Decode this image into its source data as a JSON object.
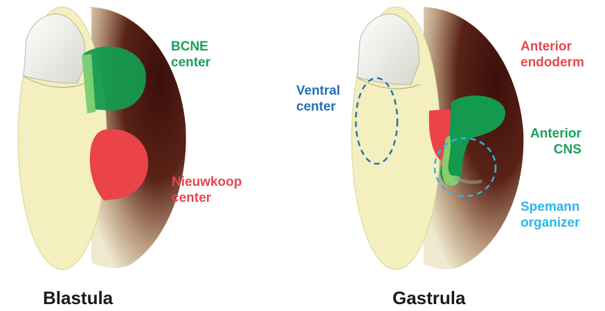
{
  "colors": {
    "green": "#1aa05a",
    "red": "#e8484c",
    "blue": "#2570b8",
    "cyan": "#2fb5e6",
    "yolk": "#f3efbe",
    "pigment": "#4a1a12"
  },
  "blastula": {
    "title": "Blastula",
    "bcne": {
      "line1": "BCNE",
      "line2": "center"
    },
    "nieuwkoop": {
      "line1": "Nieuwkoop",
      "line2": "center"
    }
  },
  "gastrula": {
    "title": "Gastrula",
    "ventral": {
      "line1": "Ventral",
      "line2": "center"
    },
    "anterior_endoderm": {
      "line1": "Anterior",
      "line2": "endoderm"
    },
    "anterior_cns": {
      "line1": "Anterior",
      "line2": "CNS"
    },
    "spemann": {
      "line1": "Spemann",
      "line2": "organizer"
    }
  }
}
